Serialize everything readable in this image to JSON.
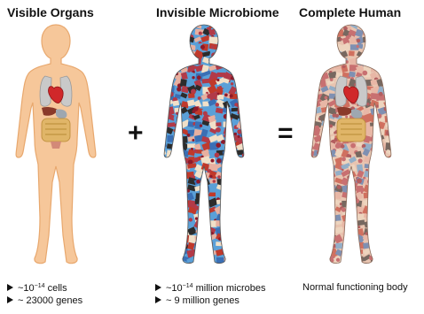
{
  "titles": {
    "visible": "Visible Organs",
    "invisible": "Invisible Microbiome",
    "complete": "Complete Human"
  },
  "operators": {
    "plus": "+",
    "equals": "="
  },
  "captions": {
    "cells": {
      "prefix": "~10",
      "exponent": "−14",
      "suffix": " cells"
    },
    "genes": {
      "text": "~ 23000 genes"
    },
    "microbes": {
      "prefix": "~10",
      "exponent": "−14",
      "suffix": " million microbes"
    },
    "microbe_genes": {
      "text": "~ 9 million genes"
    },
    "normal": {
      "text": "Normal functioning body"
    }
  },
  "colors": {
    "skin": "#f6c79a",
    "skin_outline": "#e8a86e",
    "lungs": "#c9c9c9",
    "heart": "#d0282a",
    "intestine": "#d9a94e",
    "microbe_palette": [
      "#3a6fb5",
      "#c0392b",
      "#e8b0a0",
      "#f1e0c8",
      "#2c2c2c",
      "#5aa0d8",
      "#b23a48"
    ]
  }
}
